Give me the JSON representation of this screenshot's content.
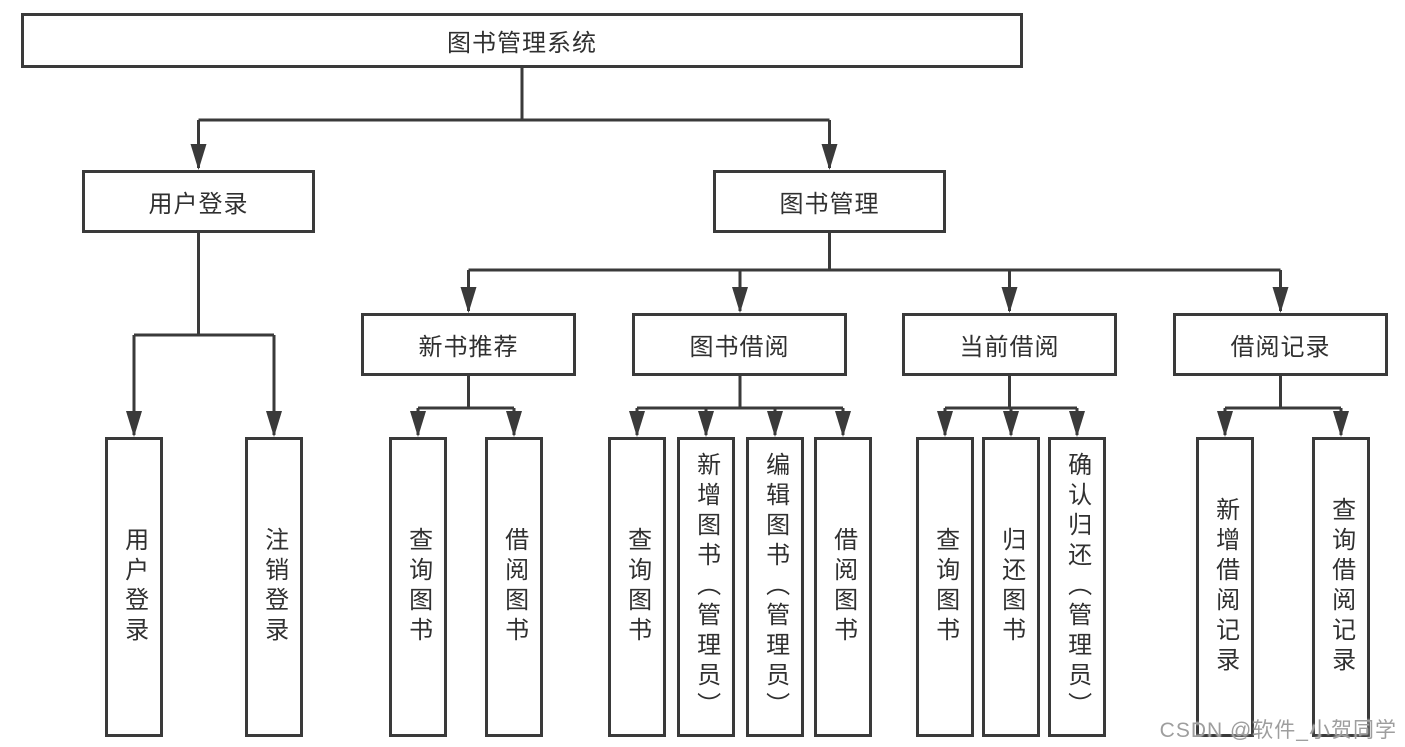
{
  "root": {
    "label": "图书管理系统"
  },
  "level2": [
    {
      "label": "用户登录"
    },
    {
      "label": "图书管理"
    }
  ],
  "level3": [
    {
      "label": "新书推荐",
      "parent": "图书管理"
    },
    {
      "label": "图书借阅",
      "parent": "图书管理"
    },
    {
      "label": "当前借阅",
      "parent": "图书管理"
    },
    {
      "label": "借阅记录",
      "parent": "图书管理"
    }
  ],
  "leaves": [
    {
      "label": "用户登录",
      "parent": "用户登录"
    },
    {
      "label": "注销登录",
      "parent": "用户登录"
    },
    {
      "label": "查询图书",
      "parent": "新书推荐"
    },
    {
      "label": "借阅图书",
      "parent": "新书推荐"
    },
    {
      "label": "查询图书",
      "parent": "图书借阅"
    },
    {
      "label": "新增图书（管理员）",
      "parent": "图书借阅"
    },
    {
      "label": "编辑图书（管理员）",
      "parent": "图书借阅"
    },
    {
      "label": "借阅图书",
      "parent": "图书借阅"
    },
    {
      "label": "查询图书",
      "parent": "当前借阅"
    },
    {
      "label": "归还图书",
      "parent": "当前借阅"
    },
    {
      "label": "确认归还（管理员）",
      "parent": "当前借阅"
    },
    {
      "label": "新增借阅记录",
      "parent": "借阅记录"
    },
    {
      "label": "查询借阅记录",
      "parent": "借阅记录"
    }
  ],
  "watermark": {
    "text": "CSDN @软件_小贺同学"
  },
  "colors": {
    "line": "#3a3a3a",
    "text": "#303030",
    "watermark": "#9e9e9e",
    "bg": "#ffffff"
  }
}
